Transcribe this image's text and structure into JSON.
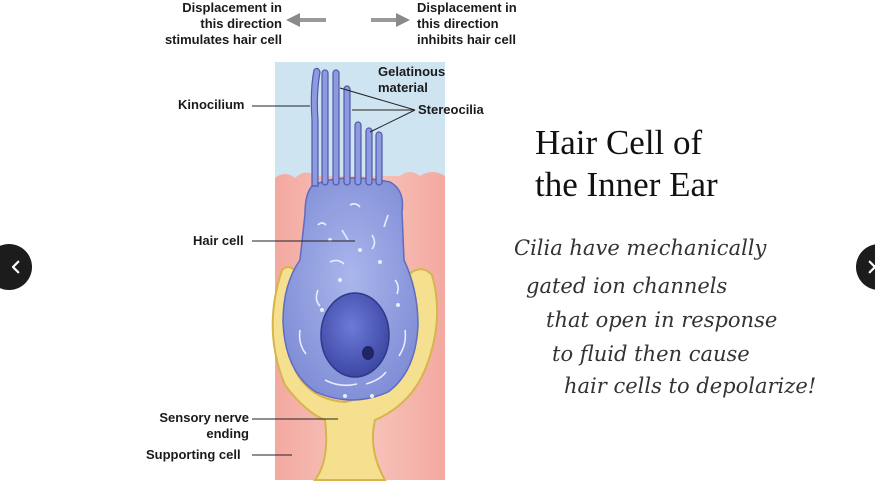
{
  "diagram": {
    "disp_left": [
      "Displacement in",
      "this direction",
      "stimulates hair cell"
    ],
    "disp_right": [
      "Displacement in",
      "this direction",
      "inhibits hair cell"
    ],
    "labels": {
      "kinocilium": "Kinocilium",
      "gelatinous": [
        "Gelatinous",
        "material"
      ],
      "stereocilia": "Stereocilia",
      "hair_cell": "Hair cell",
      "sensory": [
        "Sensory nerve",
        "ending"
      ],
      "supporting": "Supporting cell"
    }
  },
  "slide": {
    "title": [
      "Hair Cell of",
      "the Inner Ear"
    ],
    "notes": [
      "Cilia have mechanically",
      "gated ion channels",
      "that open in response",
      "to fluid then cause",
      "hair cells to depolarize!"
    ]
  },
  "nav": {
    "prev_icon": "chevron-left-icon",
    "next_icon": "chevron-right-icon"
  }
}
